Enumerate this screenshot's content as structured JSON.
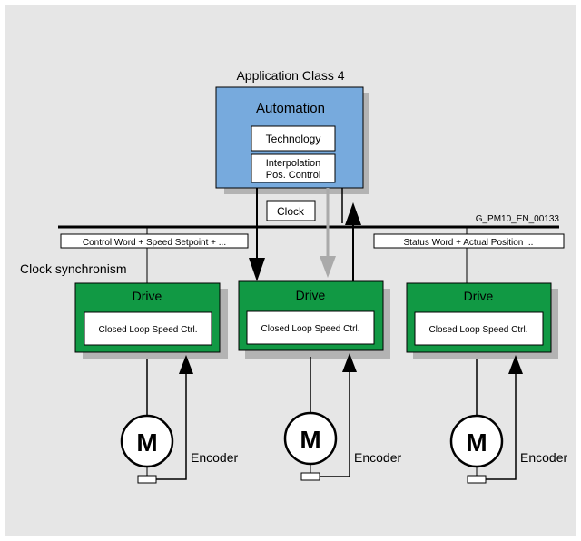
{
  "app_class_label": "Application Class 4",
  "automation": {
    "title": "Automation",
    "technology_label": "Technology",
    "interp_line1": "Interpolation",
    "interp_line2": "Pos. Control"
  },
  "clock_label": "Clock",
  "figure_id": "G_PM10_EN_00133",
  "control_word_label": "Control Word + Speed Setpoint + ...",
  "status_word_label": "Status Word + Actual Position ...",
  "clock_sync_label": "Clock synchronism",
  "drives": [
    {
      "title": "Drive",
      "inner": "Closed Loop Speed Ctrl.",
      "motor": "M",
      "encoder": "Encoder"
    },
    {
      "title": "Drive",
      "inner": "Closed Loop Speed Ctrl.",
      "motor": "M",
      "encoder": "Encoder"
    },
    {
      "title": "Drive",
      "inner": "Closed Loop Speed Ctrl.",
      "motor": "M",
      "encoder": "Encoder"
    }
  ],
  "colors": {
    "background": "#e6e6e6",
    "automation_fill": "#77aadd",
    "drive_fill": "#119944",
    "shadow": "#b3b3b3",
    "line": "#000000",
    "clock_arrow": "#aaaaaa"
  }
}
